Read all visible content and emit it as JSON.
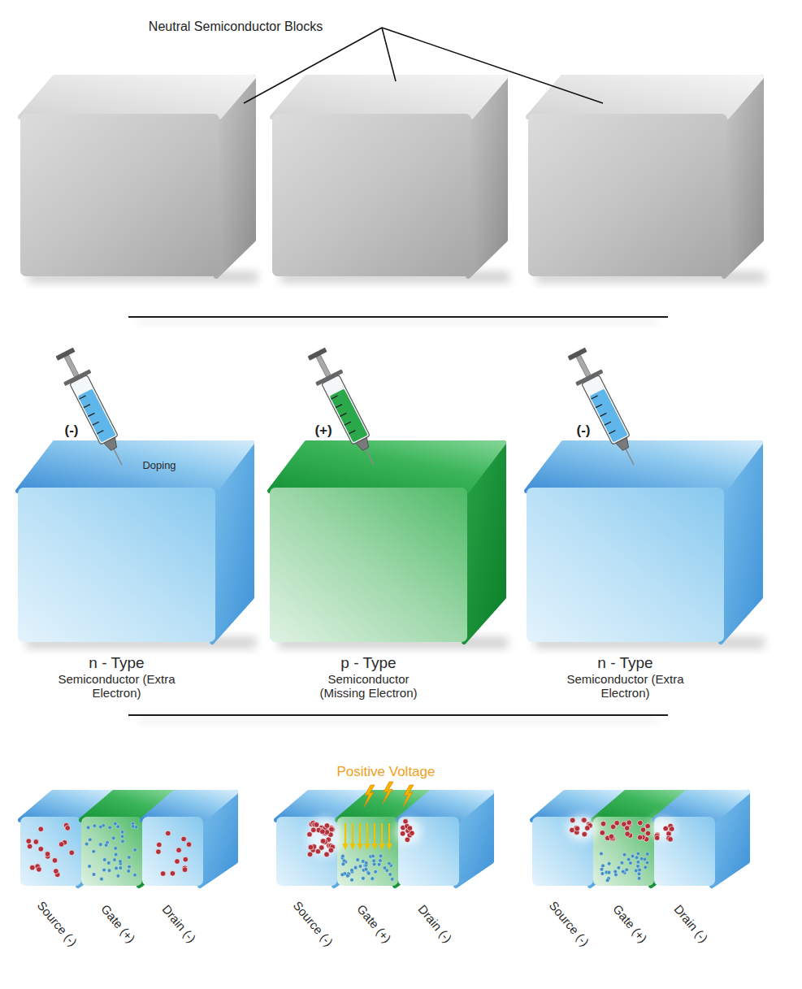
{
  "diagram": {
    "nodes": [
      {
        "text": [
          "n - Type",
          "Semiconductor (Extra Electron)"
        ]
      },
      {
        "text": [
          "p - Type",
          "Semiconductor (Missing Electron)"
        ]
      },
      {
        "text": [
          "n - Type",
          "Semiconductor (Extra Electron)"
        ]
      }
    ],
    "labels": [
      "Neutral Semiconductor Blocks",
      "(-)",
      "Doping",
      "(+)",
      "(-)",
      "Positive Voltage",
      "Source (-)",
      "Gate (+)",
      "Drain (-)",
      "Source (-)",
      "Gate (+)",
      "Drain (-)",
      "Source (-)",
      "Gate (+)",
      "Drain (-)"
    ]
  }
}
